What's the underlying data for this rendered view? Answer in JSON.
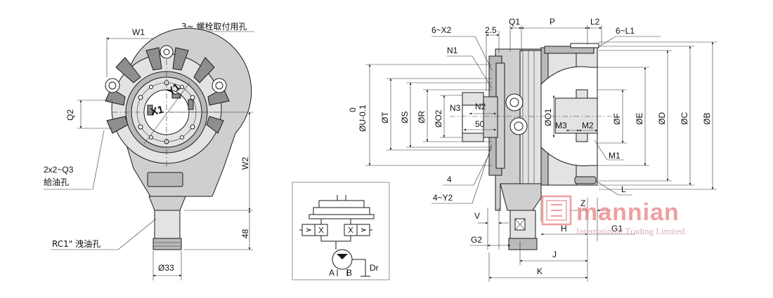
{
  "front_view": {
    "W1": "W1",
    "bolt_holes": "3~ 螺栓取付用孔",
    "Q2": "Q2",
    "supply_port_label": "2x2~Q3",
    "supply_port_desc": "給油孔",
    "W2": "W2",
    "dim_48": "48",
    "drain_port": "RC1\" 洩油孔",
    "dia33": "Ø33",
    "X1": "X1",
    "Y1": "Y1"
  },
  "hydraulic": {
    "A": "A",
    "B": "B",
    "Dr": "Dr"
  },
  "side_view": {
    "six_X2": "6~X2",
    "dim_2_5": "2.5",
    "Q1": "Q1",
    "P": "P",
    "L2": "L2",
    "six_L1": "6~L1",
    "N1": "N1",
    "U_top": "0",
    "U_main": "ØU-0.1",
    "T": "ØT",
    "S": "ØS",
    "R": "ØR",
    "O2": "ØO2",
    "N3": "N3",
    "N2": "N2",
    "dim_50": "50",
    "O1": "ØO1",
    "M3": "M3",
    "M2": "M2",
    "F": "ØF",
    "E": "ØE",
    "D": "ØD",
    "C": "ØC",
    "B": "ØB",
    "M1": "M1",
    "four": "4",
    "four_Y2": "4~Y2",
    "L": "L",
    "Z": "Z",
    "H": "H",
    "G1": "G1",
    "V": "V",
    "G2": "G2",
    "J": "J",
    "K": "K"
  },
  "watermark": {
    "brand": "mannian",
    "subtitle": "International Trading Limited"
  }
}
